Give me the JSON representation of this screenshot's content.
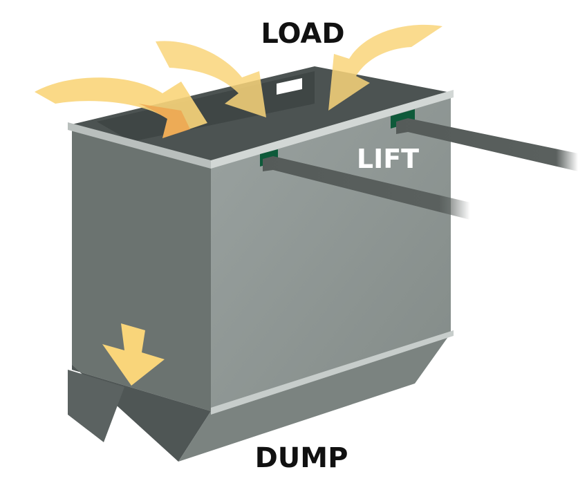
{
  "labels": {
    "load": "LOAD",
    "lift": "LIFT",
    "dump": "DUMP"
  },
  "colors": {
    "arrow": "#f9d57a",
    "arrow_shade": "#efa24c",
    "bin_side": "#6b7370",
    "bin_front": "#939b98",
    "bin_front_dark": "#858d8a",
    "bin_interior": "#4a5150",
    "rim": "#c7cdcb",
    "fork": "#555b59",
    "fork_slot": "#0e5a3a",
    "text_dark": "#111111",
    "text_light": "#ffffff"
  }
}
